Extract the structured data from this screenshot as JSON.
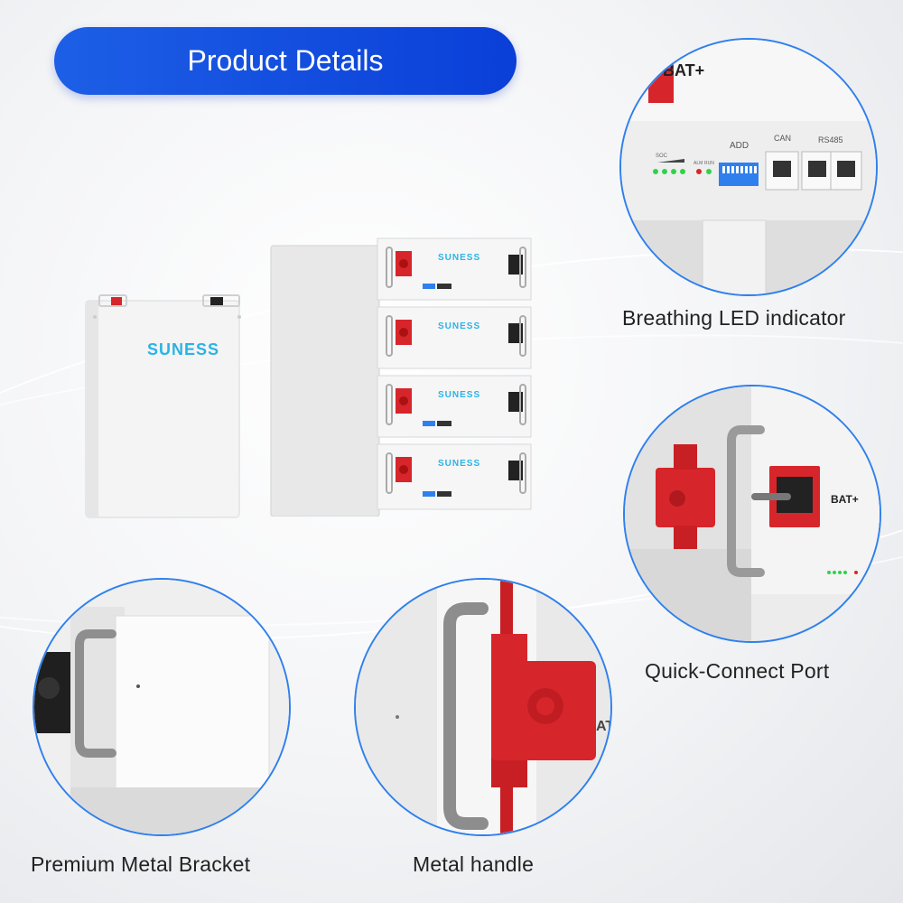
{
  "header": {
    "title": "Product Details"
  },
  "features": [
    {
      "caption": "Breathing LED indicator"
    },
    {
      "caption": "Quick-Connect Port"
    },
    {
      "caption": "Premium Metal Bracket"
    },
    {
      "caption": "Metal handle"
    }
  ],
  "product": {
    "brand": "SUNESS"
  },
  "led_panel": {
    "add_label": "ADD",
    "can_label": "CAN",
    "rs485_label": "RS485",
    "soc_label": "SOC",
    "alm_label": "ALM",
    "run_label": "RUN",
    "terminal_label": "BAT+"
  },
  "port_panel": {
    "terminal_label": "BAT+"
  },
  "handle_panel": {
    "terminal_label": "AT"
  },
  "colors": {
    "accent": "#1d5fe6",
    "ring": "#2f80ed",
    "terminal_red": "#d7262b",
    "led_green": "#2fd24a",
    "brand_blue": "#2bb3e6"
  }
}
